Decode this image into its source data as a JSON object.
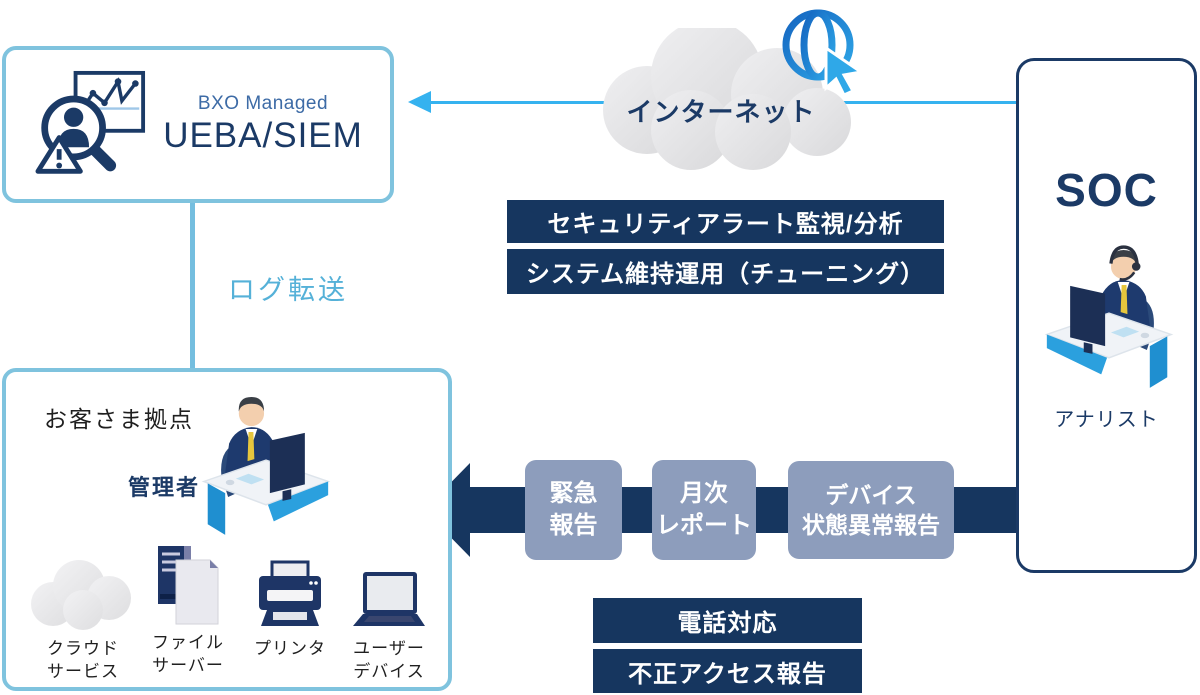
{
  "ueba_box": {
    "brand": "BXO Managed",
    "product": "UEBA/SIEM"
  },
  "internet": {
    "label": "インターネット"
  },
  "log_transfer": {
    "label": "ログ転送"
  },
  "soc": {
    "title": "SOC",
    "role": "アナリスト",
    "tasks": [
      {
        "label": "セキュリティアラート監視/分析"
      },
      {
        "label": "システム維持運用（チューニング）"
      }
    ]
  },
  "customer_site": {
    "title": "お客さま拠点",
    "admin_label": "管理者",
    "devices": [
      {
        "icon": "cloud-icon",
        "label": "クラウド\nサービス"
      },
      {
        "icon": "file-server-icon",
        "label": "ファイル\nサーバー"
      },
      {
        "icon": "printer-icon",
        "label": "プリンタ"
      },
      {
        "icon": "laptop-icon",
        "label": "ユーザー\nデバイス"
      }
    ]
  },
  "reports": {
    "items": [
      {
        "label": "緊急\n報告"
      },
      {
        "label": "月次\nレポート"
      },
      {
        "label": "デバイス\n状態異常報告"
      }
    ],
    "contact": [
      {
        "label": "電話対応"
      },
      {
        "label": "不正アクセス報告"
      }
    ]
  },
  "colors": {
    "navy": "#16365f",
    "brand_navy": "#1b3a66",
    "brand_blue": "#3d6ba6",
    "slate_chip": "#8d9dbc",
    "light_blue_border": "#7fc3de",
    "bright_blue_line": "#35b2ef",
    "log_text_blue": "#55b1d8",
    "illustration_blue": "#2ba0de",
    "tie_yellow": "#e6c63d",
    "cloud_gray": "#e4e4e6"
  }
}
